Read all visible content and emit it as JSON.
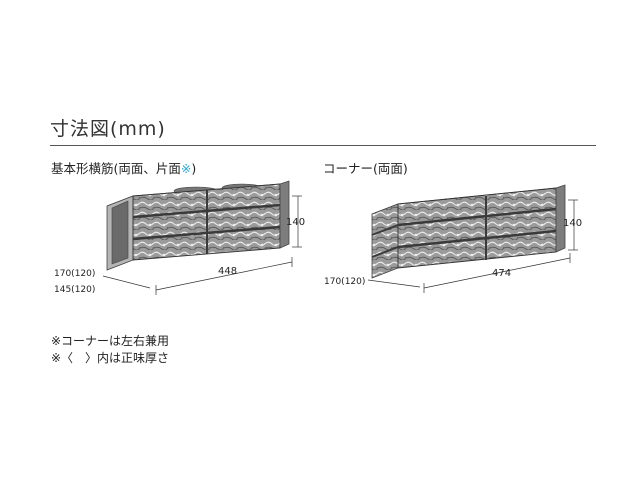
{
  "title": "寸法図(mm)",
  "basic": {
    "caption_main": "基本形横筋(両面、片面",
    "caption_mark": "※",
    "caption_end": ")",
    "height": "140",
    "length": "448",
    "depth_1": "170(120)",
    "depth_2": "145(120)"
  },
  "corner": {
    "caption": "コーナー(両面)",
    "height": "140",
    "length": "474",
    "depth": "170(120)"
  },
  "notes": [
    "※コーナーは左右兼用",
    "※〈　〉内は正味厚さ"
  ],
  "colors": {
    "accent": "#2aa9d8",
    "block_dark": "#5a5a5a",
    "block_mid": "#8c8c8c",
    "block_light": "#cfcfcf"
  }
}
